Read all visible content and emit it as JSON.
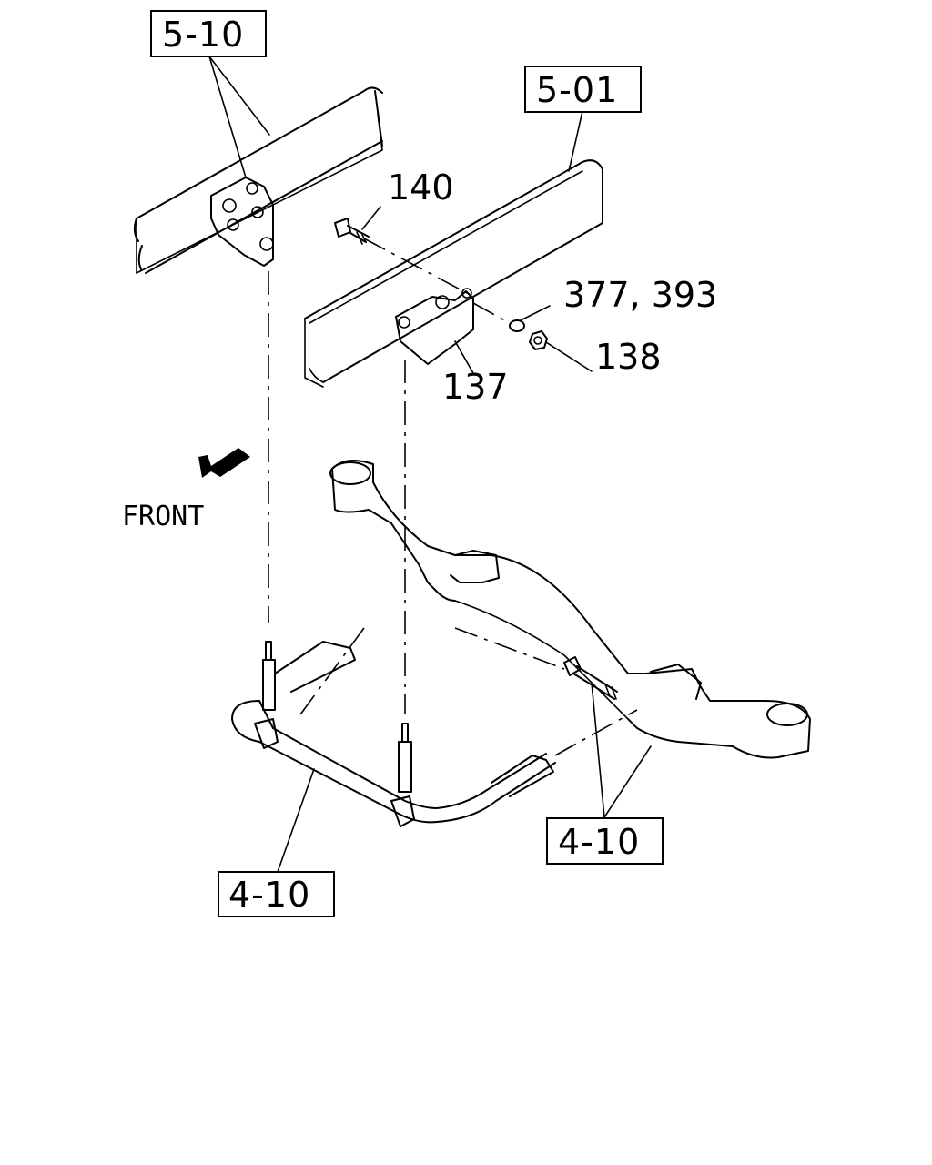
{
  "references": {
    "ref_5_10": "5-10",
    "ref_5_01": "5-01",
    "ref_4_10_left": "4-10",
    "ref_4_10_right": "4-10"
  },
  "parts": {
    "p140": "140",
    "p377_393": "377, 393",
    "p137": "137",
    "p138": "138"
  },
  "direction": {
    "front_label": "FRONT"
  },
  "icons": {
    "front_arrow": "front-arrow-icon"
  },
  "colors": {
    "line": "#000000",
    "background": "#ffffff"
  }
}
